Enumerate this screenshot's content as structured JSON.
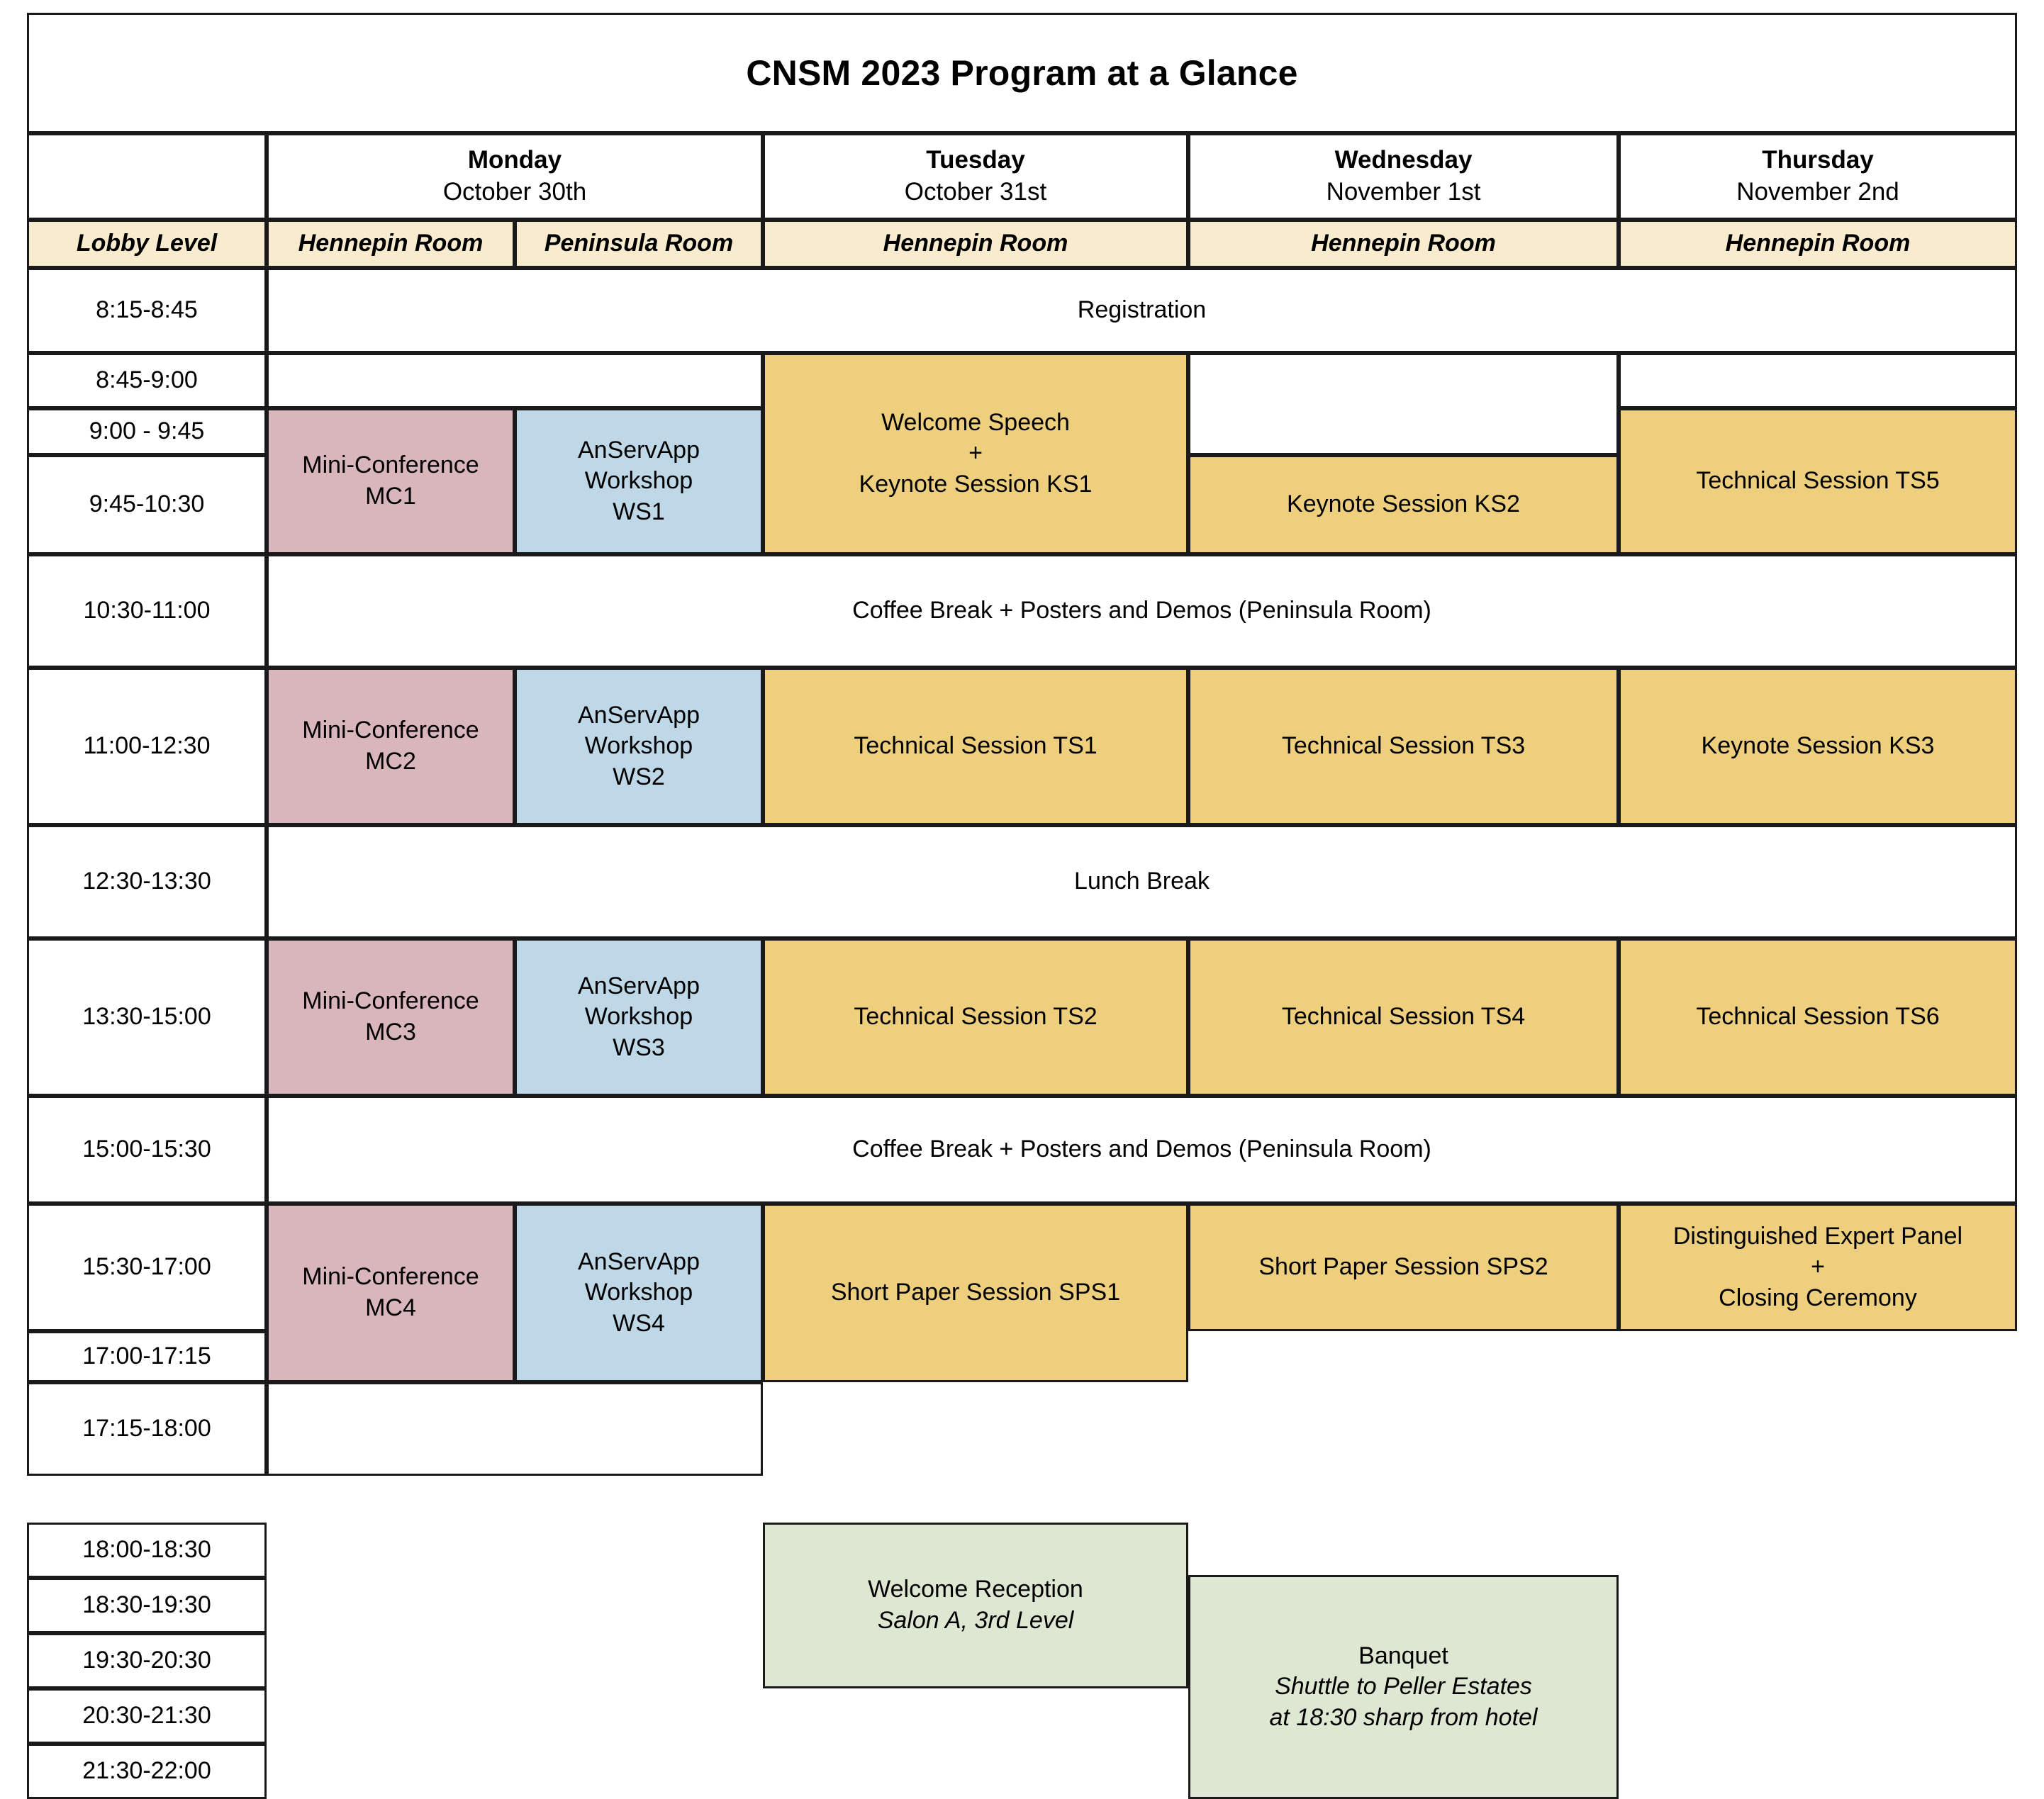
{
  "title": "CNSM 2023 Program at a Glance",
  "colors": {
    "mini_conference": "#d9b6bb",
    "workshop": "#bed8e8",
    "session": "#edcf7e",
    "social": "#dde7d2",
    "room_header": "#f9ecce",
    "border": "#1a1a1a"
  },
  "columns": {
    "time_header": "",
    "days": [
      {
        "name": "Monday",
        "date": "October 30th"
      },
      {
        "name": "Tuesday",
        "date": "October 31st"
      },
      {
        "name": "Wednesday",
        "date": "November 1st"
      },
      {
        "name": "Thursday",
        "date": "November 2nd"
      }
    ]
  },
  "rooms": {
    "time_col": "Lobby Level",
    "monday_a": "Hennepin Room",
    "monday_b": "Peninsula Room",
    "tuesday": "Hennepin Room",
    "wednesday": "Hennepin Room",
    "thursday": "Hennepin Room"
  },
  "times": [
    "8:15-8:45",
    "8:45-9:00",
    "9:00 - 9:45",
    "9:45-10:30",
    "10:30-11:00",
    "11:00-12:30",
    "12:30-13:30",
    "13:30-15:00",
    "15:00-15:30",
    "15:30-17:00",
    "17:00-17:15",
    "17:15-18:00"
  ],
  "evening_times": [
    "18:00-18:30",
    "18:30-19:30",
    "19:30-20:30",
    "20:30-21:30",
    "21:30-22:00"
  ],
  "full_width_rows": {
    "registration": "Registration",
    "coffee_break_morning": "Coffee Break + Posters and Demos (Peninsula Room)",
    "lunch_break": "Lunch Break",
    "coffee_break_afternoon": "Coffee Break + Posters and Demos (Peninsula Room)"
  },
  "sessions": {
    "mc1": {
      "line1": "Mini-Conference",
      "line2": "MC1"
    },
    "ws1": {
      "line1": "AnServApp",
      "line2": "Workshop",
      "line3": "WS1"
    },
    "mc2": {
      "line1": "Mini-Conference",
      "line2": "MC2"
    },
    "ws2": {
      "line1": "AnServApp",
      "line2": "Workshop",
      "line3": "WS2"
    },
    "mc3": {
      "line1": "Mini-Conference",
      "line2": "MC3"
    },
    "ws3": {
      "line1": "AnServApp",
      "line2": "Workshop",
      "line3": "WS3"
    },
    "mc4": {
      "line1": "Mini-Conference",
      "line2": "MC4"
    },
    "ws4": {
      "line1": "AnServApp",
      "line2": "Workshop",
      "line3": "WS4"
    },
    "welcome_keynote": {
      "line1": "Welcome Speech",
      "line2": "+",
      "line3": "Keynote Session KS1"
    },
    "ks2": "Keynote Session KS2",
    "ks3": "Keynote Session KS3",
    "ts5": "Technical Session TS5",
    "ts1": "Technical Session TS1",
    "ts3": "Technical Session TS3",
    "ts2": "Technical Session TS2",
    "ts4": "Technical Session TS4",
    "ts6": "Technical Session TS6",
    "sps1": "Short Paper Session SPS1",
    "sps2": "Short Paper Session SPS2",
    "panel_closing": {
      "line1": "Distinguished Expert Panel",
      "line2": "+",
      "line3": "Closing Ceremony"
    }
  },
  "social_events": {
    "reception": {
      "title": "Welcome Reception",
      "subtitle": "Salon A, 3rd Level"
    },
    "banquet": {
      "title": "Banquet",
      "subtitle_1": "Shuttle to Peller Estates",
      "subtitle_2": "at 18:30 sharp from hotel"
    }
  }
}
